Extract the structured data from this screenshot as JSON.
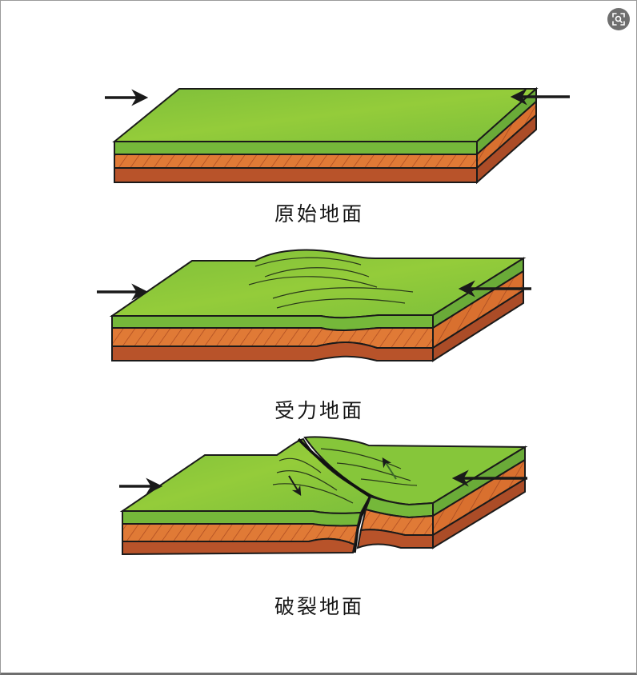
{
  "labels": {
    "original": "原始地面",
    "stressed": "受力地面",
    "fractured": "破裂地面"
  },
  "icons": {
    "zoom": "fullscreen-zoom-icon"
  },
  "colors": {
    "grass_top": "#8cc63a",
    "grass_side": "#6fb53c",
    "soil_orange": "#e07a36",
    "soil_dark": "#b8532a",
    "outline": "#1a1a1a"
  }
}
